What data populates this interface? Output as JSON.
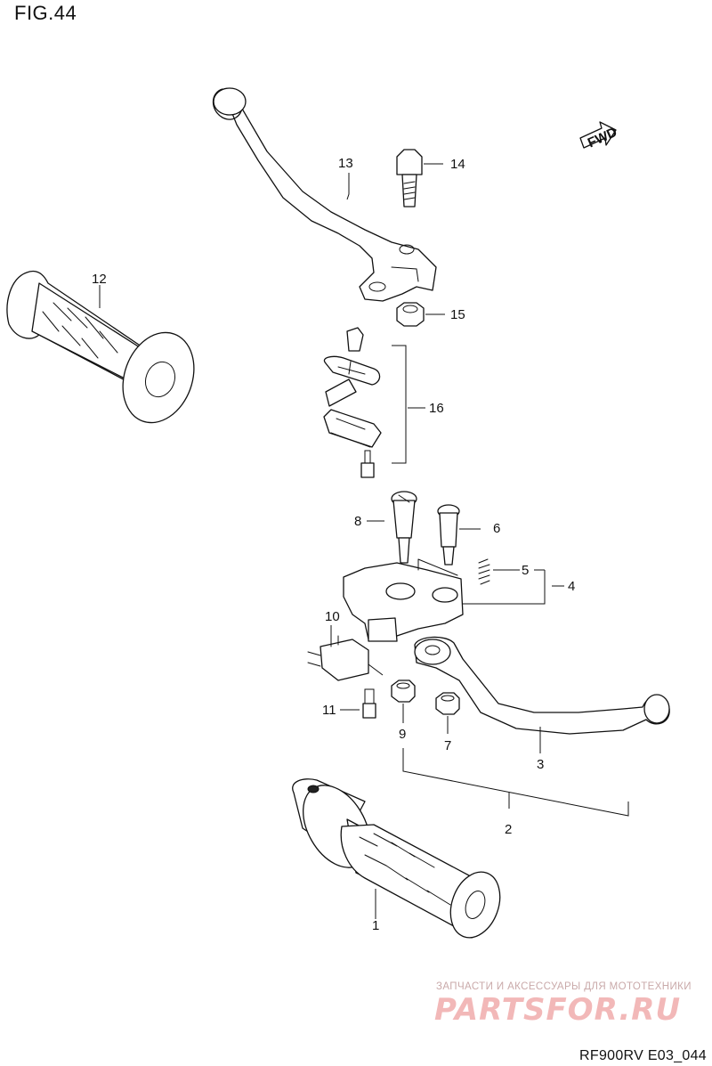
{
  "figure": {
    "title": "FIG.44",
    "code": "RF900RV E03_044"
  },
  "fwd_label": "FWD",
  "watermark": {
    "tagline": "ЗАПЧАСТИ И АКСЕССУАРЫ ДЛЯ МОТОТЕХНИКИ",
    "brand": "PARTSFOR.RU"
  },
  "callouts": {
    "c1": "1",
    "c2": "2",
    "c3": "3",
    "c4": "4",
    "c5": "5",
    "c6": "6",
    "c7": "7",
    "c8": "8",
    "c9": "9",
    "c10": "10",
    "c11": "11",
    "c12": "12",
    "c13": "13",
    "c14": "14",
    "c15": "15",
    "c16": "16"
  }
}
